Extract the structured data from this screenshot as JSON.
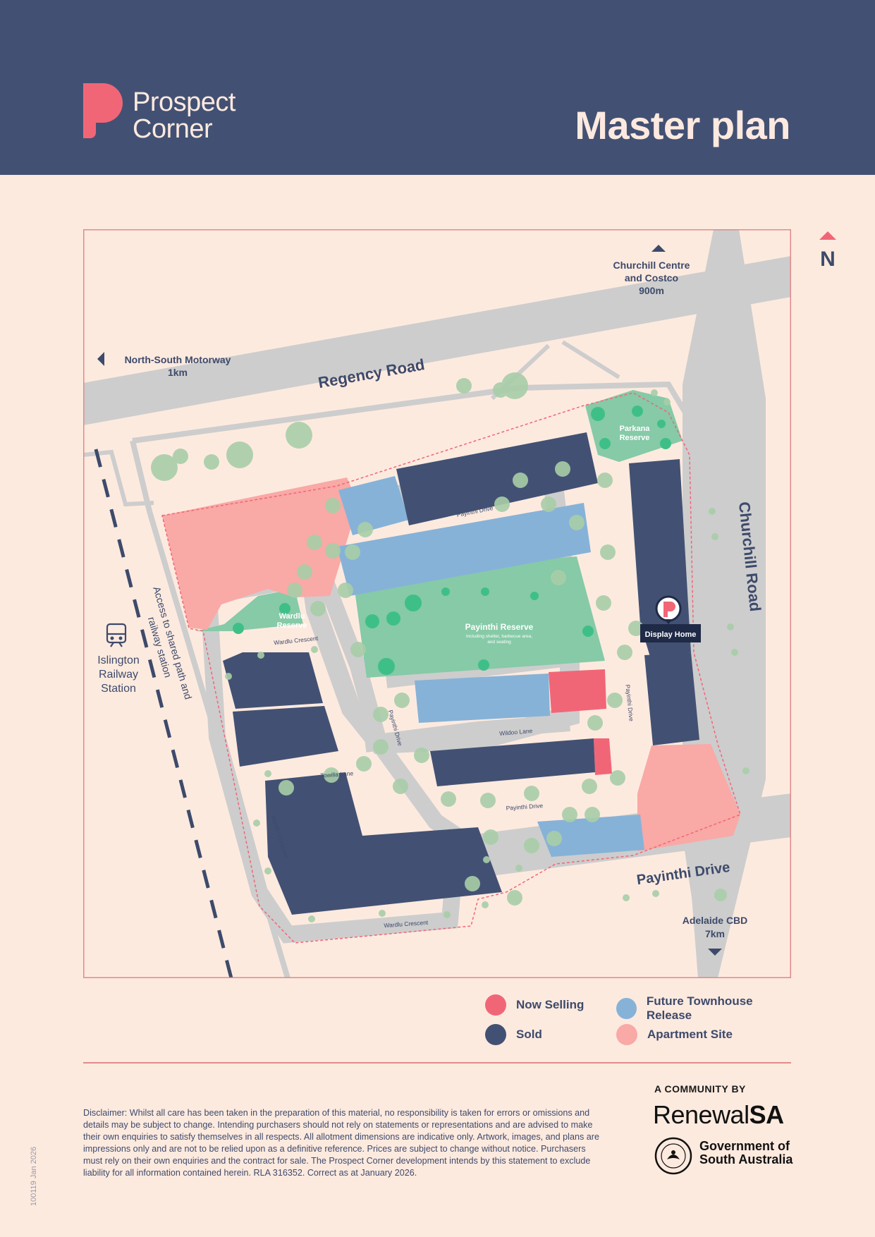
{
  "header": {
    "logo_line1": "Prospect",
    "logo_line2": "Corner",
    "title": "Master plan"
  },
  "north": {
    "label": "N"
  },
  "map": {
    "roads": {
      "regency": "Regency Road",
      "churchill": "Churchill Road",
      "payinthi_main": "Payinthi Drive"
    },
    "destinations": {
      "churchill_centre": [
        "Churchill Centre",
        "and Costco",
        "900m"
      ],
      "motorway": [
        "North-South Motorway",
        "1km"
      ],
      "adelaide": [
        "Adelaide CBD",
        "7km"
      ],
      "station": [
        "Islington",
        "Railway",
        "Station"
      ],
      "access": [
        "Access to shared path and",
        "railway station"
      ]
    },
    "reserves": {
      "parkana": [
        "Parkana",
        "Reserve"
      ],
      "wardlu": [
        "Wardlu",
        "Reserve"
      ],
      "payinthi": "Payinthi Reserve",
      "payinthi_note": [
        "Including shelter, barbecue area,",
        "and seating"
      ]
    },
    "streets": {
      "payinthi_drive": "Payinthi Drive",
      "wardlu_crescent": "Wardlu Crescent",
      "towilla_lane": "Towilla Lane",
      "wildoo_lane": "Wildoo Lane"
    },
    "display_home": "Display Home",
    "colors": {
      "sold": "#425173",
      "now_selling": "#f16677",
      "future_townhouse": "#86b2d8",
      "apartment": "#f9a9a6",
      "reserve": "#86caa7",
      "road": "#cdcdcd",
      "tree": "#a8cea8"
    }
  },
  "legend": [
    {
      "label": "Now Selling",
      "color": "#f16677"
    },
    {
      "label": "Future Townhouse Release",
      "color": "#86b2d8"
    },
    {
      "label": "Sold",
      "color": "#425173"
    },
    {
      "label": "Apartment Site",
      "color": "#f9a9a6"
    }
  ],
  "footer": {
    "disclaimer": "Disclaimer: Whilst all care has been taken in the preparation of this material, no responsibility is taken for errors or omissions and details may be subject to change. Intending purchasers should not rely on statements or representations and are advised to make their own enquiries to satisfy themselves in all respects. All allotment dimensions are indicative only. Artwork, images, and plans are impressions only and are not to be relied upon as a definitive reference. Prices are subject to change without notice. Purchasers must rely on their own enquiries and the contract for sale. The Prospect Corner development intends by this statement to exclude liability for all information contained herein. RLA 316352. Correct as at January 2026.",
    "code": "100119 Jan 2026",
    "community_by": "A COMMUNITY BY",
    "renewal_light": "Renewal",
    "renewal_bold": "SA",
    "gov_line1": "Government of",
    "gov_line2": "South Australia"
  }
}
